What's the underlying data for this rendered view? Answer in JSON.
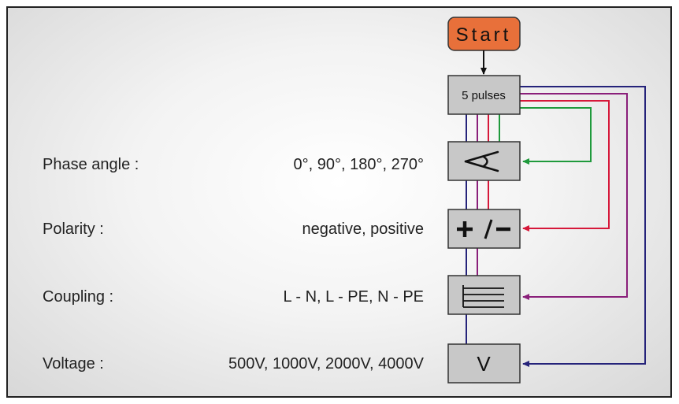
{
  "start_label": "Start",
  "pulses_label": "5 pulses",
  "rows": [
    {
      "label": "Phase angle :",
      "values": "0°, 90°, 180°, 270°"
    },
    {
      "label": "Polarity :",
      "values": "negative, positive"
    },
    {
      "label": "Coupling :",
      "values": "L - N, L - PE, N - PE"
    },
    {
      "label": "Voltage :",
      "values": "500V, 1000V, 2000V, 4000V"
    }
  ],
  "voltage_symbol": "V",
  "colors": {
    "start_fill": "#e8703a",
    "box_fill": "#c8c8c8",
    "green": "#1f9a3c",
    "red": "#d6183a",
    "purple": "#8a1f7a",
    "navy": "#25237a"
  }
}
